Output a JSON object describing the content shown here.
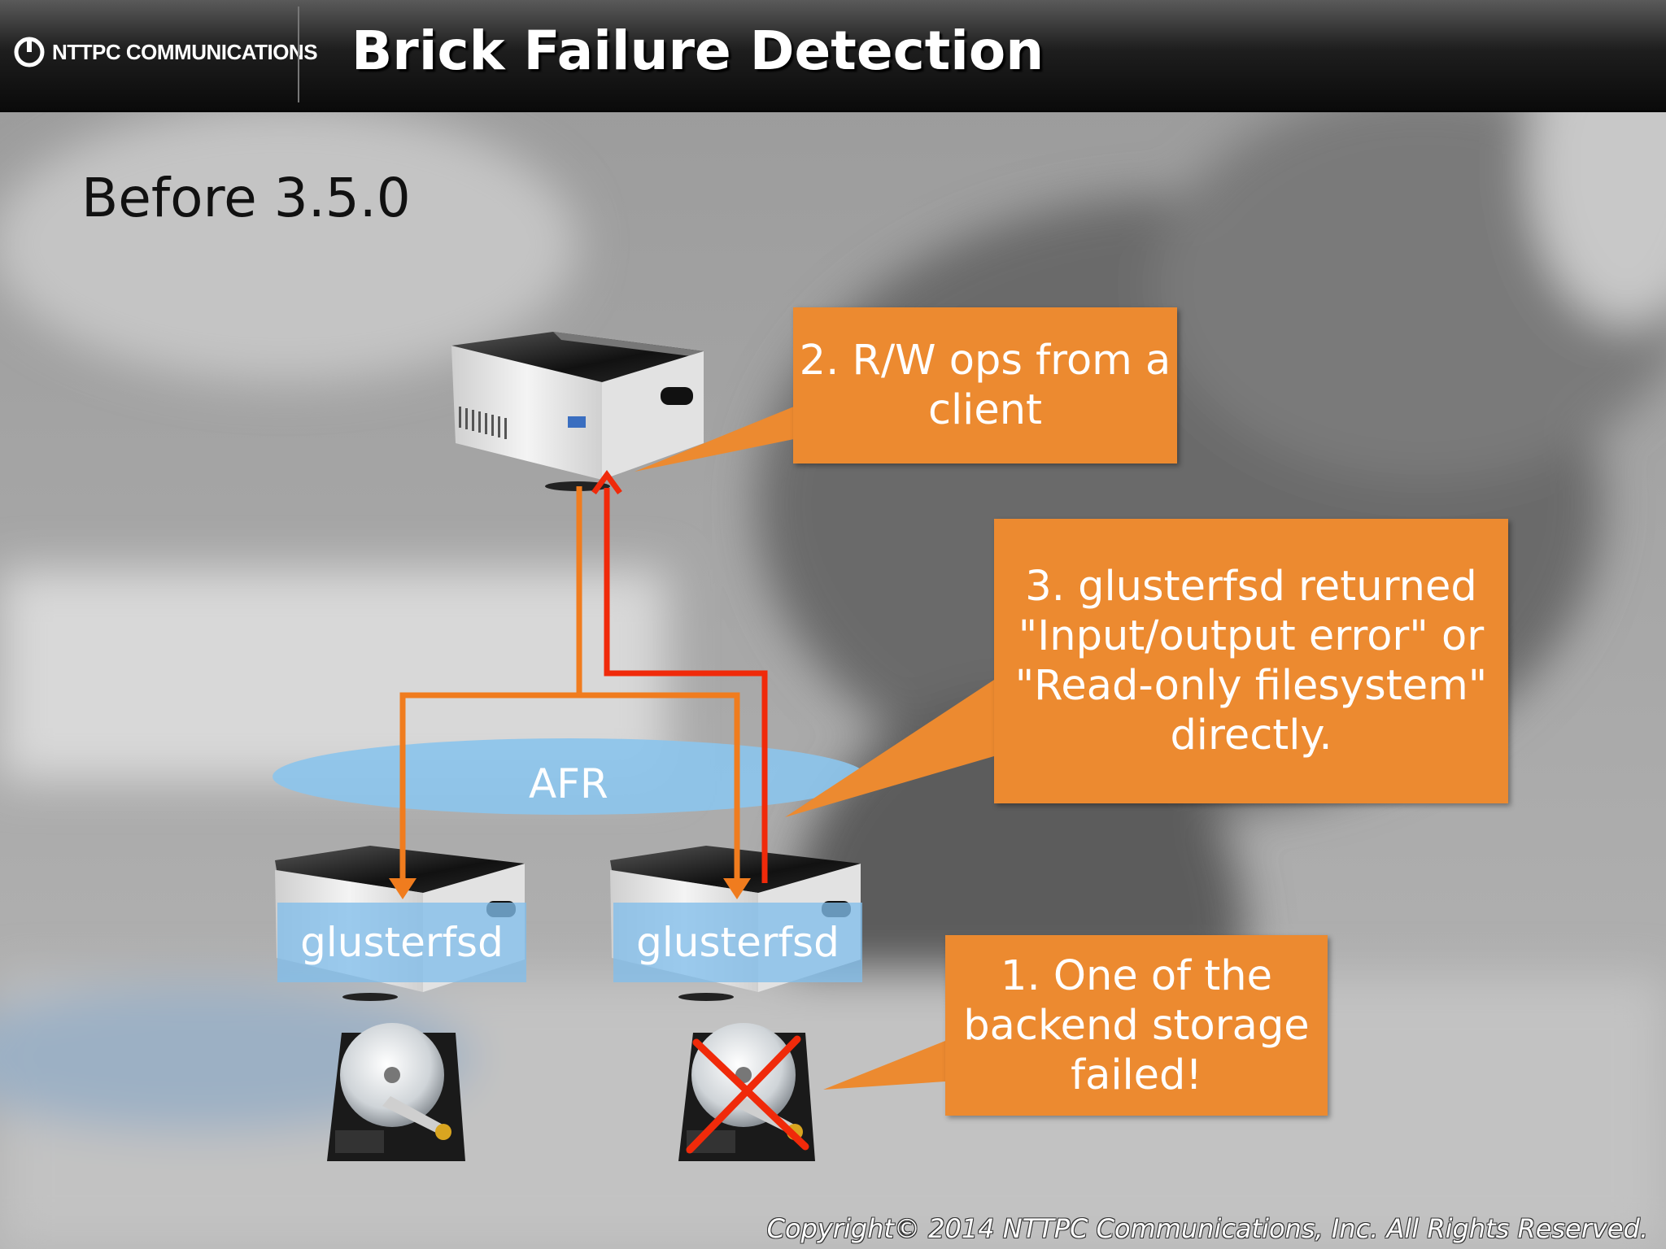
{
  "header": {
    "logo_text": "NTTPC COMMUNICATIONS",
    "title": "Brick Failure Detection"
  },
  "subtitle": "Before 3.5.0",
  "diagram": {
    "afr_label": "AFR",
    "glusterfsd_left": "glusterfsd",
    "glusterfsd_right": "glusterfsd",
    "callout_client": "2. R/W ops from a client",
    "callout_error": "3. glusterfsd returned \"Input/output error\" or \"Read-only filesystem\" directly.",
    "callout_failure": "1. One of the backend storage failed!"
  },
  "footer": {
    "copyright": "Copyright© 2014 NTTPC Communications, Inc. All Rights Reserved."
  },
  "colors": {
    "callout": "#ec8a30",
    "arrow_orange": "#f07c1e",
    "arrow_red": "#f02a0a",
    "afr_fill": "#8cc4ec"
  }
}
